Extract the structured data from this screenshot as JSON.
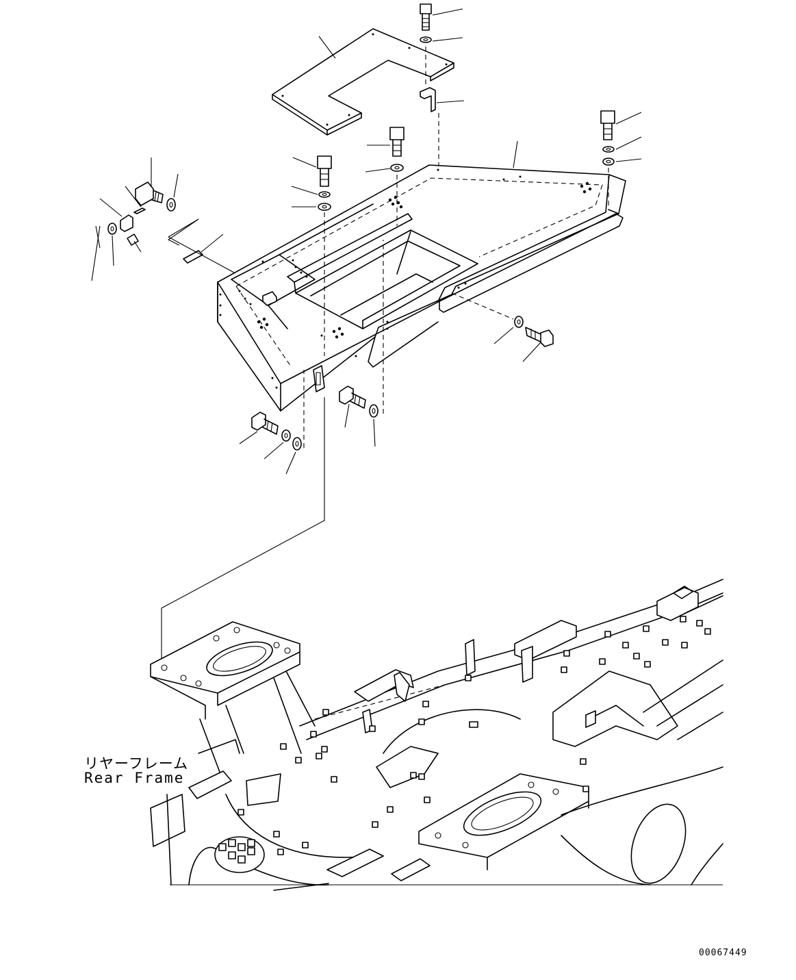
{
  "figure": {
    "callout_jp": "リヤーフレーム",
    "callout_en": "Rear Frame",
    "drawing_number": "00067449"
  }
}
